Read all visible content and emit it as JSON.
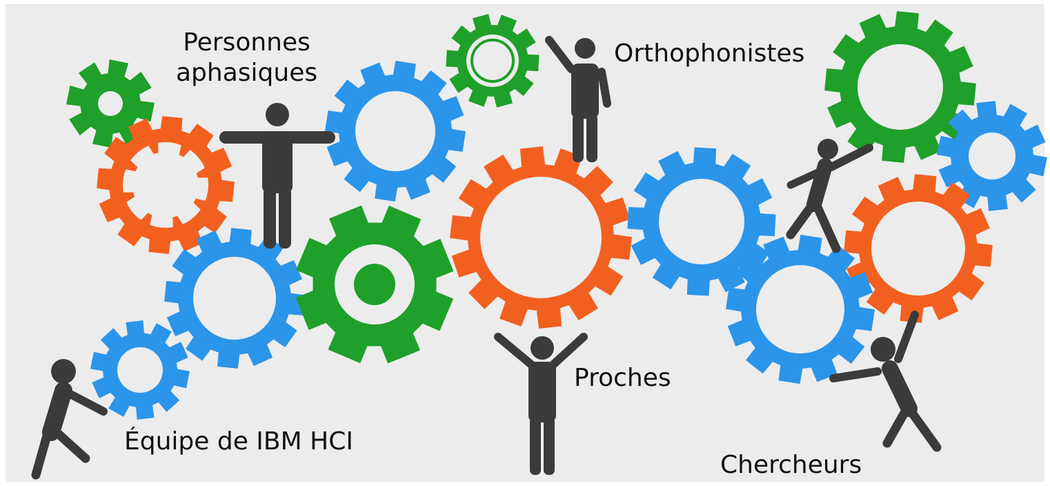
{
  "colors": {
    "background": "#ececec",
    "blue": "#2b95ea",
    "orange": "#f2601f",
    "green": "#1fa02a",
    "figure": "#3b3b3b"
  },
  "labels": {
    "personnes_line1": "Personnes",
    "personnes_line2": "aphasiques",
    "orthophonistes": "Orthophonistes",
    "proches": "Proches",
    "equipe": "Équipe de IBM HCI",
    "chercheurs": "Chercheurs"
  }
}
